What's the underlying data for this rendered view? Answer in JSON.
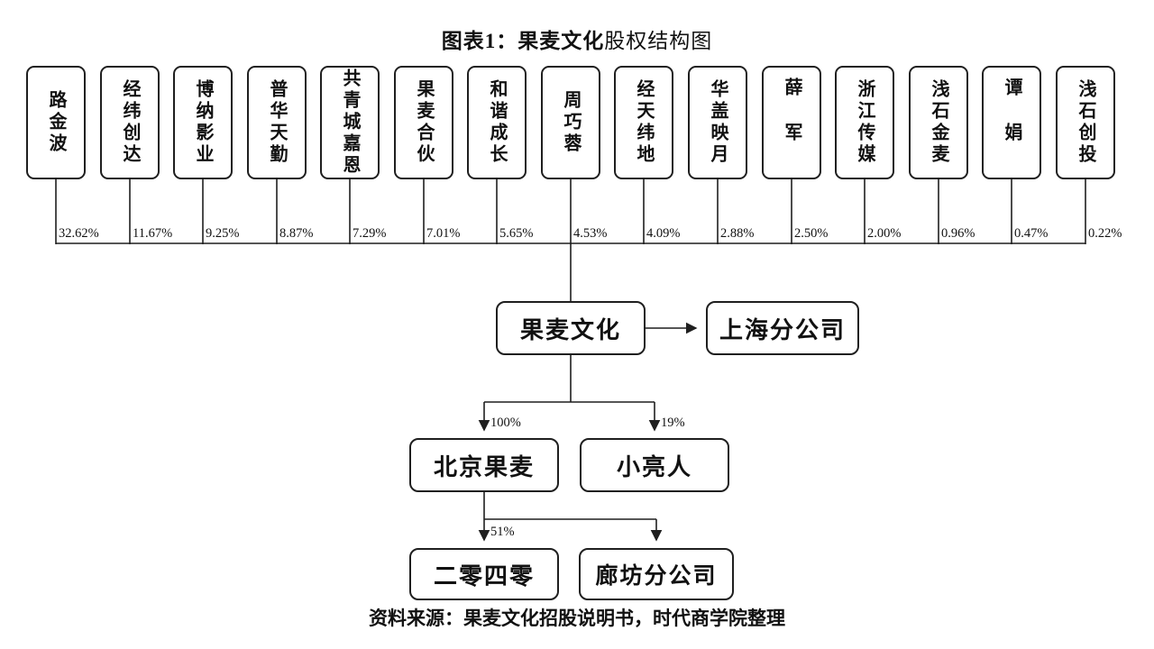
{
  "title": {
    "prefix": "图表1：果麦文化",
    "suffix": "股权结构图"
  },
  "shareholders": [
    {
      "name": "路金波",
      "pct": "32.62%"
    },
    {
      "name": "经纬创达",
      "pct": "11.67%"
    },
    {
      "name": "博纳影业",
      "pct": "9.25%"
    },
    {
      "name": "普华天勤",
      "pct": "8.87%"
    },
    {
      "name": "共青城嘉恩",
      "pct": "7.29%"
    },
    {
      "name": "果麦合伙",
      "pct": "7.01%"
    },
    {
      "name": "和谐成长",
      "pct": "5.65%"
    },
    {
      "name": "周巧蓉",
      "pct": "4.53%"
    },
    {
      "name": "经天纬地",
      "pct": "4.09%"
    },
    {
      "name": "华盖映月",
      "pct": "2.88%"
    },
    {
      "name": "薛军",
      "pct": "2.50%"
    },
    {
      "name": "浙江传媒",
      "pct": "2.00%"
    },
    {
      "name": "浅石金麦",
      "pct": "0.96%"
    },
    {
      "name": "谭娟",
      "pct": "0.47%"
    },
    {
      "name": "浅石创投",
      "pct": "0.22%"
    }
  ],
  "company": {
    "name": "果麦文化"
  },
  "branches": {
    "shanghai": {
      "name": "上海分公司"
    },
    "langfang": {
      "name": "廊坊分公司"
    }
  },
  "subsidiaries": {
    "beijing": {
      "name": "北京果麦",
      "pct": "100%"
    },
    "xiaoliang": {
      "name": "小亮人",
      "pct": "19%"
    },
    "erling": {
      "name": "二零四零",
      "pct": "51%"
    }
  },
  "source": "资料来源：果麦文化招股说明书，时代商学院整理"
}
